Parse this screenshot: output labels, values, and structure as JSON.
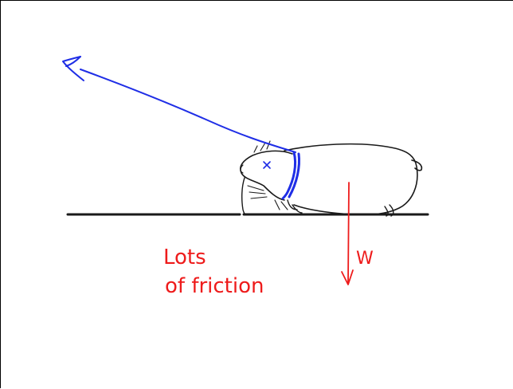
{
  "labels": {
    "friction_line1": "Lots",
    "friction_line2": "of friction",
    "weight": "W"
  },
  "colors": {
    "ink": "#1a1a1a",
    "pull_force": "#1f2ee6",
    "annotation": "#ee1b1b",
    "background": "#ffffff"
  }
}
